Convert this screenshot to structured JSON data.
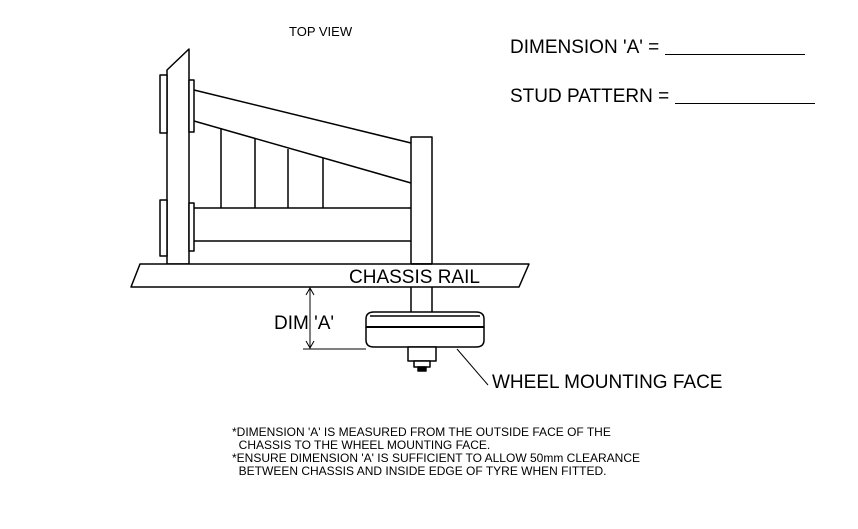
{
  "header": {
    "view_title": "TOP VIEW",
    "dimension_a_label": "DIMENSION 'A' =",
    "stud_pattern_label": "STUD PATTERN ="
  },
  "diagram": {
    "chassis_rail_label": "CHASSIS RAIL",
    "dim_label": "DIM 'A'",
    "wheel_face_label": "WHEEL MOUNTING FACE"
  },
  "notes": {
    "line1": "*DIMENSION 'A' IS MEASURED FROM THE OUTSIDE FACE OF THE",
    "line2": "  CHASSIS TO THE WHEEL MOUNTING FACE.",
    "line3": "*ENSURE DIMENSION 'A' IS SUFFICIENT TO ALLOW 50mm CLEARANCE",
    "line4": "  BETWEEN CHASSIS AND INSIDE EDGE OF TYRE WHEN FITTED."
  }
}
